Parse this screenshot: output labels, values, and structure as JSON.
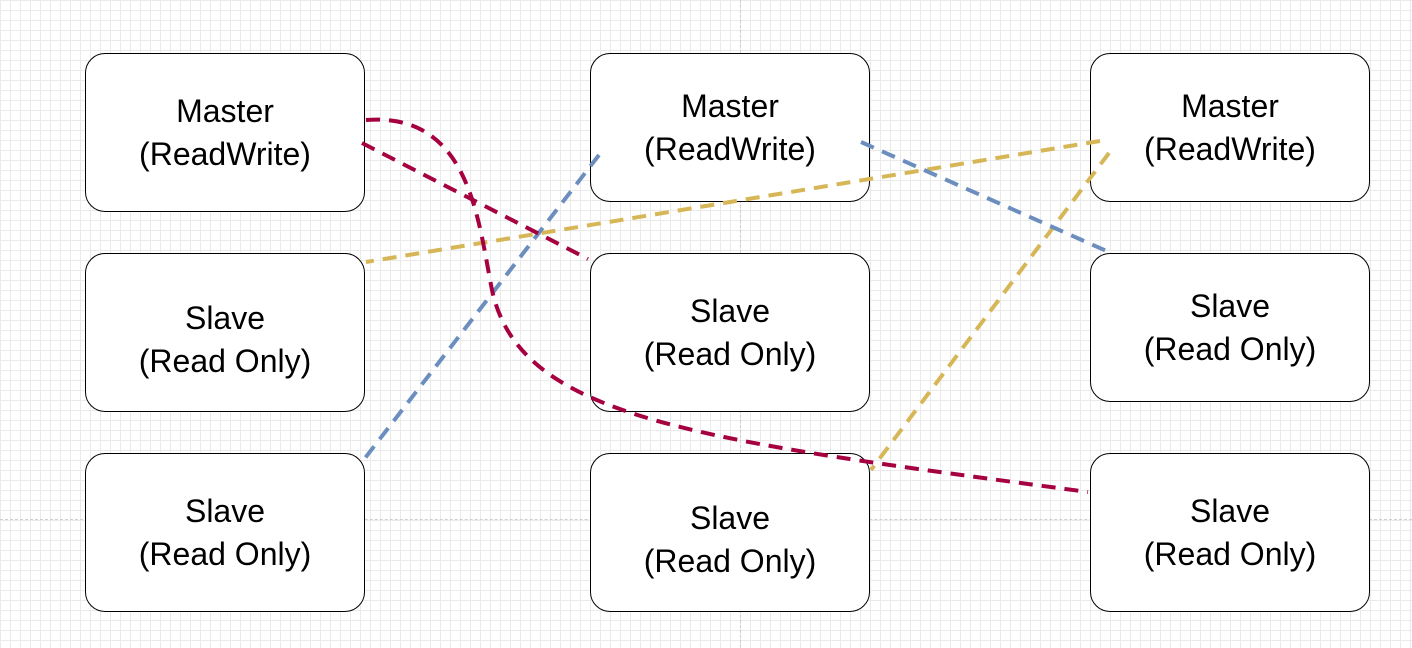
{
  "nodes": [
    {
      "id": "m1",
      "line1": "Master",
      "line2": "(ReadWrite)"
    },
    {
      "id": "m2",
      "line1": "Master",
      "line2": "(ReadWrite)"
    },
    {
      "id": "m3",
      "line1": "Master",
      "line2": "(ReadWrite)"
    },
    {
      "id": "s1a",
      "line1": "Slave",
      "line2": "(Read Only)"
    },
    {
      "id": "s2a",
      "line1": "Slave",
      "line2": "(Read Only)"
    },
    {
      "id": "s3a",
      "line1": "Slave",
      "line2": "(Read Only)"
    },
    {
      "id": "s1b",
      "line1": "Slave",
      "line2": "(Read Only)"
    },
    {
      "id": "s2b",
      "line1": "Slave",
      "line2": "(Read Only)"
    },
    {
      "id": "s3b",
      "line1": "Slave",
      "line2": "(Read Only)"
    }
  ],
  "connectors": [
    {
      "id": "crimson-m1-s2a",
      "color": "#A50040",
      "from": "m1",
      "to": "s2a",
      "arrows": "both"
    },
    {
      "id": "crimson-m1-s3b",
      "color": "#A50040",
      "from": "m1",
      "to": "s3b",
      "arrows": "end"
    },
    {
      "id": "blue-m2-s1b",
      "color": "#6C8EBF",
      "from": "m2",
      "to": "s1b",
      "arrows": "both"
    },
    {
      "id": "blue-m2-s3a",
      "color": "#6C8EBF",
      "from": "m2",
      "to": "s3a",
      "arrows": "both"
    },
    {
      "id": "gold-m3-s1a",
      "color": "#D6B656",
      "from": "m3",
      "to": "s1a",
      "arrows": "both"
    },
    {
      "id": "gold-m3-s2b",
      "color": "#D6B656",
      "from": "m3",
      "to": "s2b",
      "arrows": "both"
    }
  ]
}
